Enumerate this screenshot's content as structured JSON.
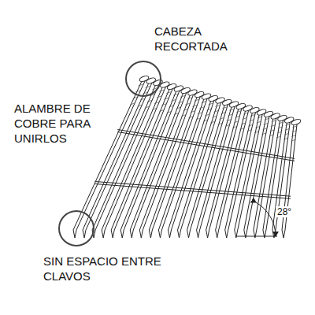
{
  "diagram": {
    "labels": [
      "CABEZA RECORTADA",
      "ALAMBRE DE COBRE PARA UNIRLOS",
      "SIN ESPACIO ENTRE CLAVOS",
      "28°"
    ]
  }
}
